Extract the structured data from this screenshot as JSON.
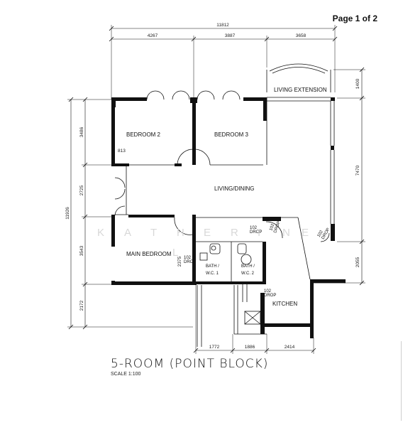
{
  "page_label": "Page 1 of 2",
  "title": "5-ROOM (POINT BLOCK)",
  "scale": "SCALE 1:100",
  "watermark": [
    "K",
    "A",
    "T",
    "H",
    "E",
    "R",
    "I",
    "N",
    "E",
    "L"
  ],
  "dimensions": {
    "overall_width": "11812",
    "top": [
      "4267",
      "3887",
      "3658"
    ],
    "overall_height": "11926",
    "left": [
      "3486",
      "2725",
      "3543",
      "2172"
    ],
    "right": [
      "1400",
      "7470",
      "2055"
    ],
    "bottom": [
      "1772",
      "1886",
      "2414"
    ],
    "wall_813": "813",
    "wall_2375": "2375"
  },
  "rooms": {
    "bedroom2": "BEDROOM 2",
    "bedroom3": "BEDROOM 3",
    "living_dining": "LIVING/DINING",
    "living_extension": "LIVING EXTENSION",
    "main_bedroom": "MAIN BEDROOM",
    "bath1": [
      "BATH /",
      "W.C. 1"
    ],
    "bath2": [
      "BATH /",
      "W.C. 2"
    ],
    "kitchen": "KITCHEN"
  },
  "drops": {
    "drop1": [
      "102",
      "DROP"
    ],
    "drop2": [
      "102",
      "DROP"
    ],
    "drop3": [
      "102",
      "DROP"
    ],
    "drop4": [
      "102",
      "DROP"
    ],
    "drop5": [
      "102",
      "DROP"
    ]
  }
}
